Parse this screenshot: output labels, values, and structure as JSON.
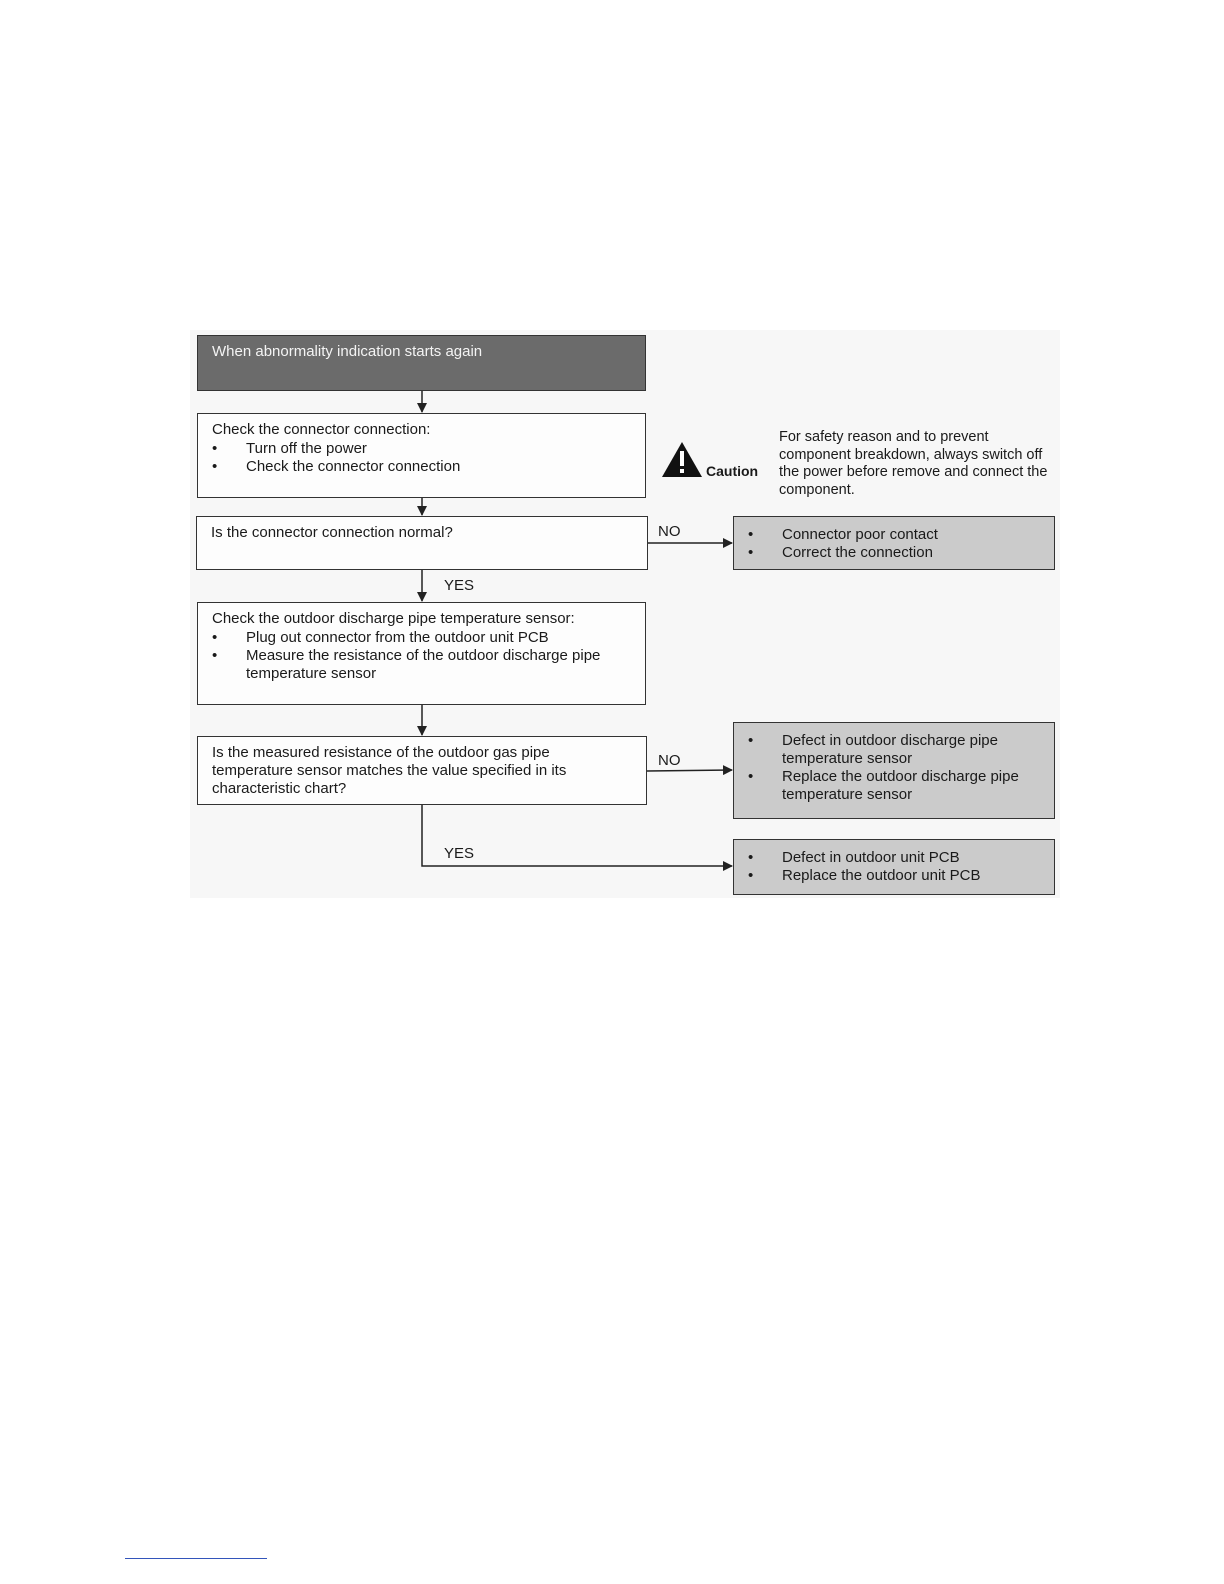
{
  "start": {
    "text": "When abnormality indication starts again"
  },
  "step1": {
    "title": "Check the connector connection:",
    "bullets": [
      "Turn off the power",
      "Check the connector connection"
    ]
  },
  "caution": {
    "label": "Caution",
    "text": "For safety reason and to prevent component breakdown, always switch off the power before remove and connect the component."
  },
  "decision1": {
    "question": "Is the connector connection normal?"
  },
  "result1": {
    "bullets": [
      "Connector poor contact",
      "Correct the connection"
    ]
  },
  "step2": {
    "title": "Check the outdoor discharge pipe temperature sensor:",
    "bullets": [
      "Plug out connector from the outdoor unit PCB",
      "Measure the resistance of the outdoor discharge pipe temperature sensor"
    ]
  },
  "decision2": {
    "question": "Is the measured resistance of the outdoor gas pipe temperature sensor matches the value specified in its characteristic chart?"
  },
  "result2": {
    "bullets": [
      "Defect in outdoor discharge pipe temperature sensor",
      "Replace the outdoor discharge pipe temperature sensor"
    ]
  },
  "result3": {
    "bullets": [
      "Defect in outdoor unit PCB",
      "Replace the outdoor unit PCB"
    ]
  },
  "labels": {
    "yes": "YES",
    "no": "NO"
  }
}
